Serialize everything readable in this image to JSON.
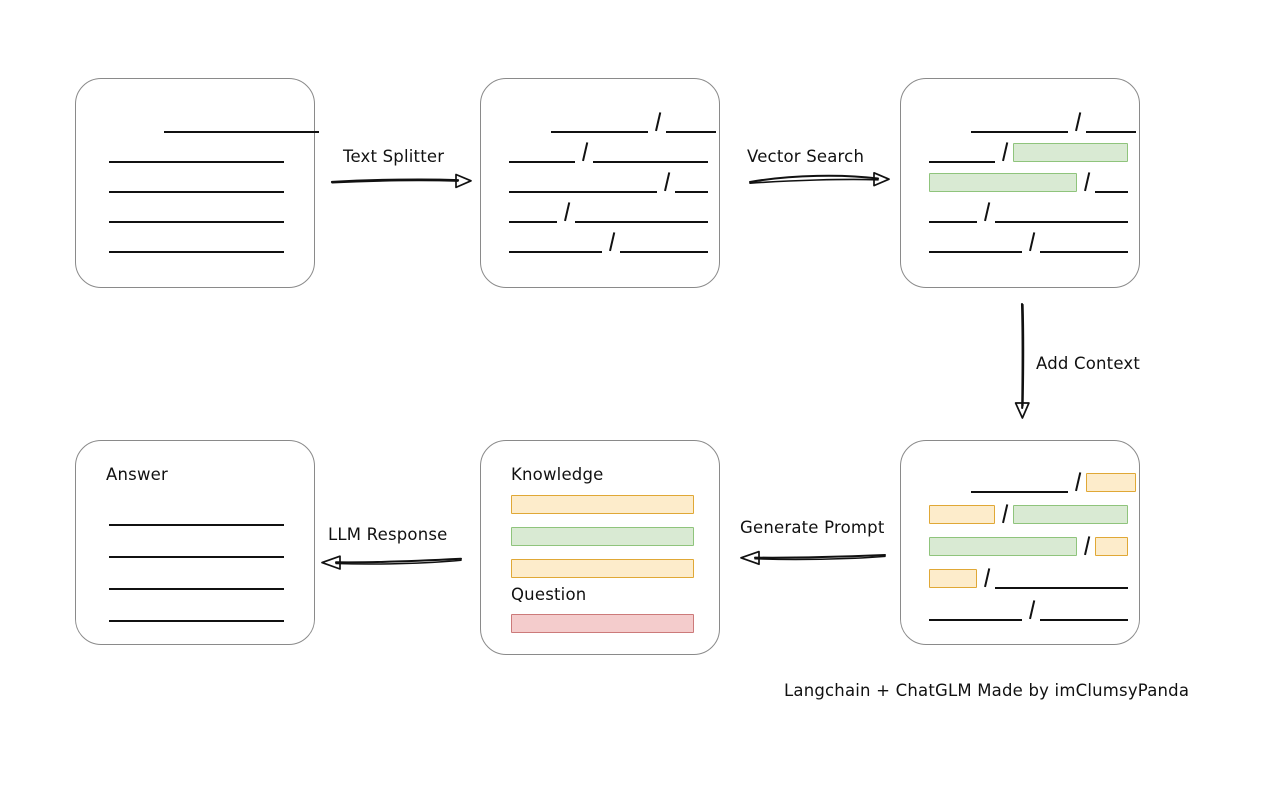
{
  "diagram": {
    "title_footer": "Langchain + ChatGLM Made by imClumsyPanda",
    "colors": {
      "box_border": "#8a8a8a",
      "line": "#111111",
      "green_fill": "#d9ead3",
      "green_border": "#8fc47c",
      "yellow_fill": "#fdeccb",
      "yellow_border": "#e0a836",
      "red_fill": "#f4cccc",
      "red_border": "#cc7a7a"
    }
  },
  "nodes": {
    "source_document": {
      "name": "source-document",
      "rows": [
        {
          "segments": [
            {
              "type": "indent",
              "w": 55
            },
            {
              "type": "plain",
              "w": 155
            }
          ]
        },
        {
          "segments": [
            {
              "type": "plain",
              "w": 175
            }
          ]
        },
        {
          "segments": [
            {
              "type": "plain",
              "w": 175
            }
          ]
        },
        {
          "segments": [
            {
              "type": "plain",
              "w": 175
            }
          ]
        },
        {
          "segments": [
            {
              "type": "plain",
              "w": 175
            }
          ]
        }
      ]
    },
    "split_document": {
      "name": "split-document",
      "rows": [
        {
          "segments": [
            {
              "type": "indent",
              "w": 42
            },
            {
              "type": "plain",
              "w": 97
            },
            {
              "type": "slash"
            },
            {
              "type": "plain",
              "w": 50
            }
          ]
        },
        {
          "segments": [
            {
              "type": "plain",
              "w": 66
            },
            {
              "type": "slash"
            },
            {
              "type": "plain",
              "w": 115
            }
          ]
        },
        {
          "segments": [
            {
              "type": "plain",
              "w": 148
            },
            {
              "type": "slash"
            },
            {
              "type": "plain",
              "w": 33
            }
          ]
        },
        {
          "segments": [
            {
              "type": "plain",
              "w": 48
            },
            {
              "type": "slash"
            },
            {
              "type": "plain",
              "w": 133
            }
          ]
        },
        {
          "segments": [
            {
              "type": "plain",
              "w": 93
            },
            {
              "type": "slash"
            },
            {
              "type": "plain",
              "w": 88
            }
          ]
        }
      ]
    },
    "matched_document": {
      "name": "matched-document",
      "rows": [
        {
          "segments": [
            {
              "type": "indent",
              "w": 42
            },
            {
              "type": "plain",
              "w": 97
            },
            {
              "type": "slash"
            },
            {
              "type": "plain",
              "w": 50
            }
          ]
        },
        {
          "segments": [
            {
              "type": "plain",
              "w": 66
            },
            {
              "type": "slash"
            },
            {
              "type": "green",
              "w": 115
            }
          ]
        },
        {
          "segments": [
            {
              "type": "green",
              "w": 148
            },
            {
              "type": "slash"
            },
            {
              "type": "plain",
              "w": 33
            }
          ]
        },
        {
          "segments": [
            {
              "type": "plain",
              "w": 48
            },
            {
              "type": "slash"
            },
            {
              "type": "plain",
              "w": 133
            }
          ]
        },
        {
          "segments": [
            {
              "type": "plain",
              "w": 93
            },
            {
              "type": "slash"
            },
            {
              "type": "plain",
              "w": 88
            }
          ]
        }
      ]
    },
    "context_document": {
      "name": "context-document",
      "rows": [
        {
          "segments": [
            {
              "type": "indent",
              "w": 42
            },
            {
              "type": "plain",
              "w": 97
            },
            {
              "type": "slash"
            },
            {
              "type": "yellow",
              "w": 50
            }
          ]
        },
        {
          "segments": [
            {
              "type": "yellow",
              "w": 66
            },
            {
              "type": "slash"
            },
            {
              "type": "green",
              "w": 115
            }
          ]
        },
        {
          "segments": [
            {
              "type": "green",
              "w": 148
            },
            {
              "type": "slash"
            },
            {
              "type": "yellow",
              "w": 33
            }
          ]
        },
        {
          "segments": [
            {
              "type": "yellow",
              "w": 48
            },
            {
              "type": "slash"
            },
            {
              "type": "plain",
              "w": 133
            }
          ]
        },
        {
          "segments": [
            {
              "type": "plain",
              "w": 93
            },
            {
              "type": "slash"
            },
            {
              "type": "plain",
              "w": 88
            }
          ]
        }
      ]
    },
    "prompt": {
      "name": "prompt-box",
      "knowledge_label": "Knowledge",
      "question_label": "Question",
      "knowledge_bars": [
        {
          "color": "yellow"
        },
        {
          "color": "green"
        },
        {
          "color": "yellow"
        }
      ],
      "question_bars": [
        {
          "color": "red"
        }
      ]
    },
    "answer": {
      "name": "answer-box",
      "label": "Answer",
      "rows": [
        {
          "segments": [
            {
              "type": "plain",
              "w": 175
            }
          ]
        },
        {
          "segments": [
            {
              "type": "plain",
              "w": 175
            }
          ]
        },
        {
          "segments": [
            {
              "type": "plain",
              "w": 175
            }
          ]
        },
        {
          "segments": [
            {
              "type": "plain",
              "w": 175
            }
          ]
        }
      ]
    }
  },
  "edges": {
    "text_splitter": {
      "label": "Text Splitter",
      "direction": "right"
    },
    "vector_search": {
      "label": "Vector Search",
      "direction": "right"
    },
    "add_context": {
      "label": "Add Context",
      "direction": "down"
    },
    "generate_prompt": {
      "label": "Generate Prompt",
      "direction": "left"
    },
    "llm_response": {
      "label": "LLM Response",
      "direction": "left"
    }
  }
}
